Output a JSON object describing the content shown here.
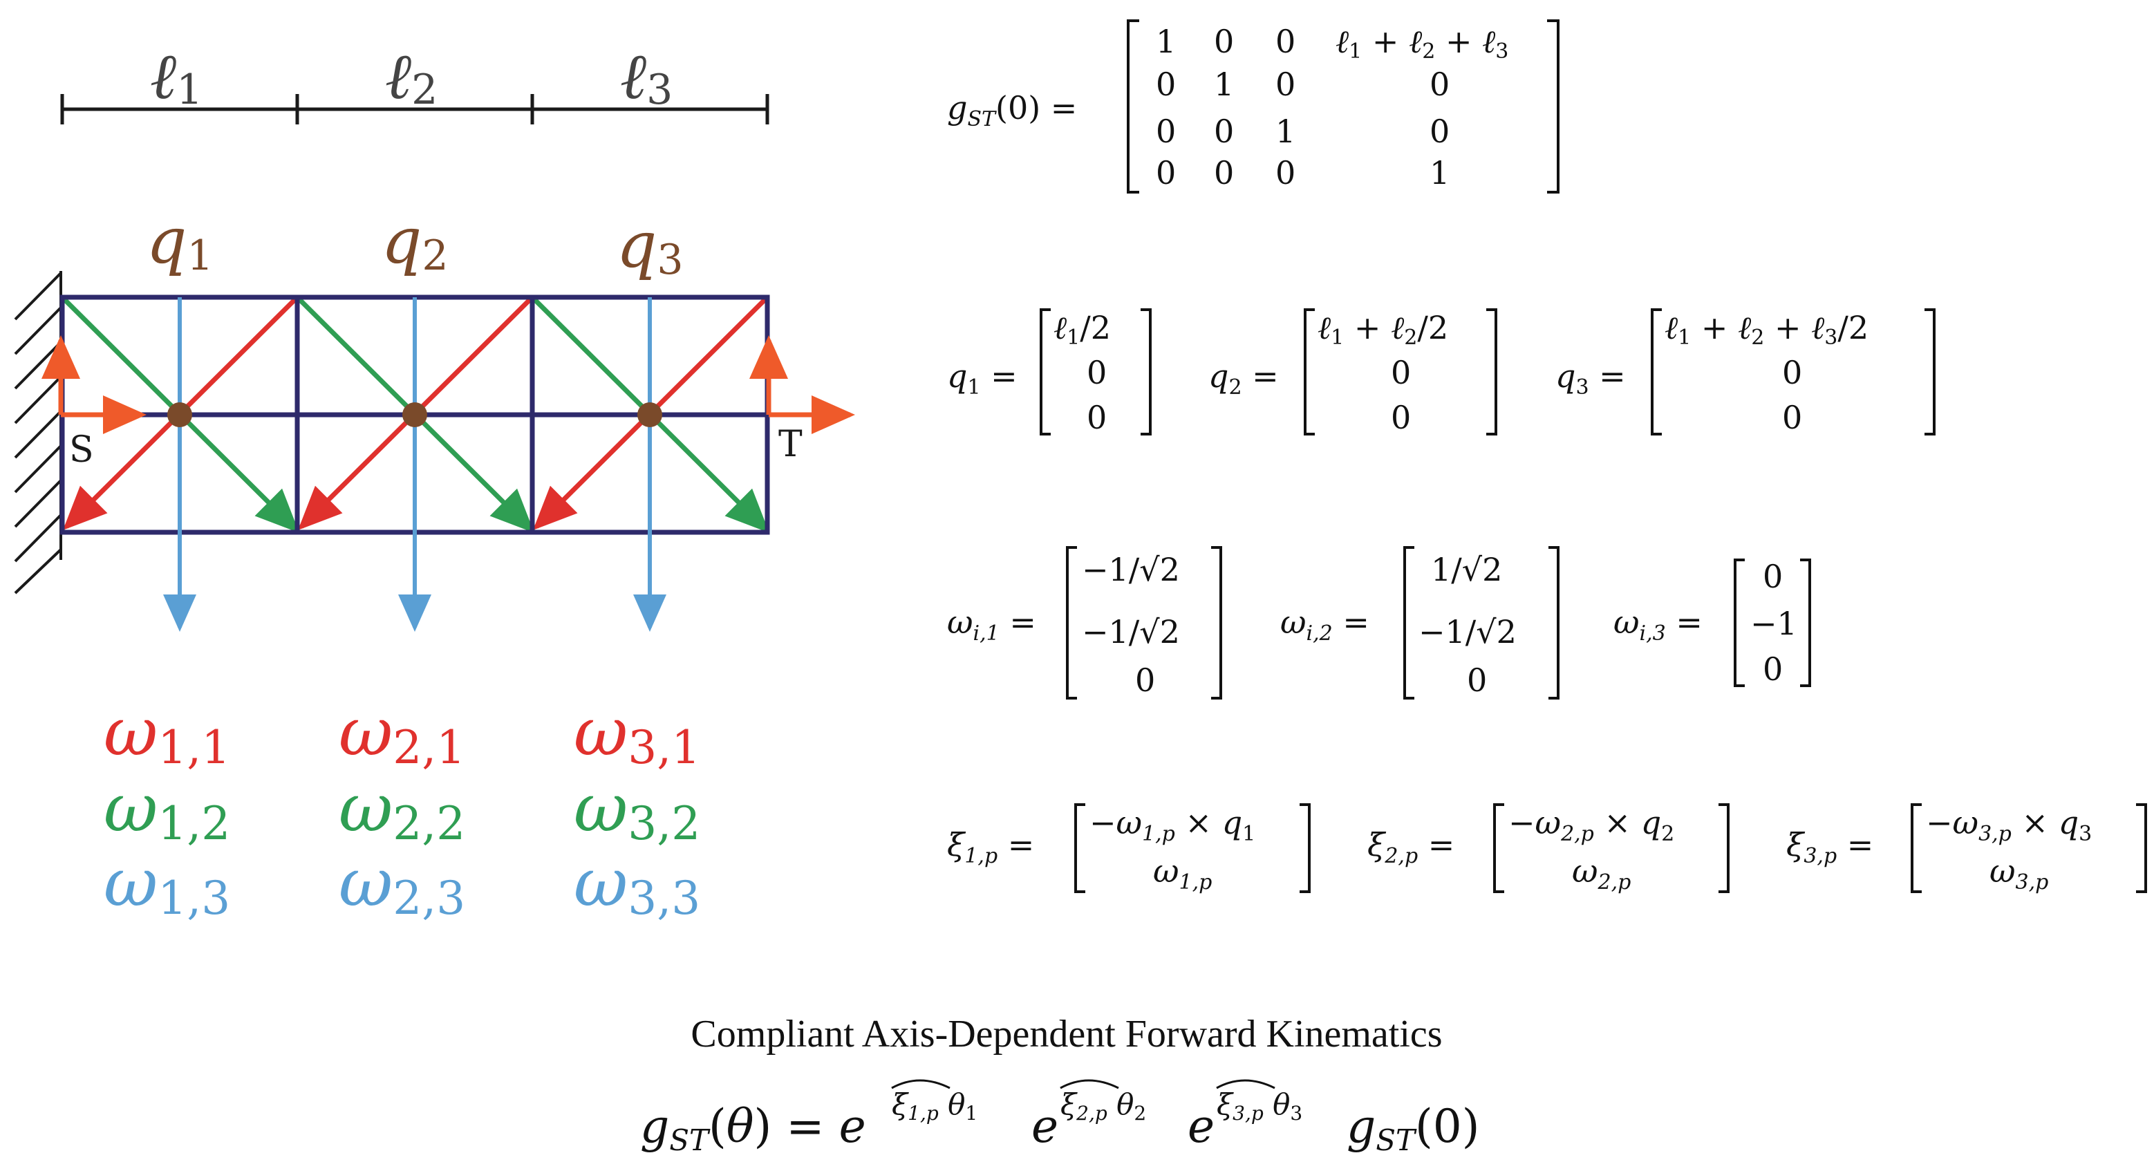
{
  "colors": {
    "frame": "#2e2a6b",
    "red": "#e0312d",
    "green": "#2f9e53",
    "blue": "#5a9fd4",
    "node": "#7a4a2a",
    "orange": "#ef5a2a",
    "black": "#1a1a1a"
  },
  "lengths": [
    "ℓ1",
    "ℓ2",
    "ℓ3"
  ],
  "nodes": [
    "q1",
    "q2",
    "q3"
  ],
  "frames": {
    "start": "S",
    "end": "T"
  },
  "omega_labels": [
    [
      "ω1,1",
      "ω2,1",
      "ω3,1"
    ],
    [
      "ω1,2",
      "ω2,2",
      "ω3,2"
    ],
    [
      "ω1,3",
      "ω2,3",
      "ω3,3"
    ]
  ],
  "equations": {
    "gst0": {
      "lhs": "gST(0) =",
      "matrix": [
        [
          "1",
          "0",
          "0",
          "ℓ1 + ℓ2 + ℓ3"
        ],
        [
          "0",
          "1",
          "0",
          "0"
        ],
        [
          "0",
          "0",
          "1",
          "0"
        ],
        [
          "0",
          "0",
          "0",
          "1"
        ]
      ]
    },
    "q": [
      {
        "lhs": "q1 =",
        "vector": [
          "ℓ1/2",
          "0",
          "0"
        ]
      },
      {
        "lhs": "q2 =",
        "vector": [
          "ℓ1 + ℓ2/2",
          "0",
          "0"
        ]
      },
      {
        "lhs": "q3 =",
        "vector": [
          "ℓ1 + ℓ2 + ℓ3/2",
          "0",
          "0"
        ]
      }
    ],
    "omega": [
      {
        "lhs": "ωi,1 =",
        "vector": [
          "−1/√2",
          "−1/√2",
          "0"
        ]
      },
      {
        "lhs": "ωi,2 =",
        "vector": [
          "1/√2",
          "−1/√2",
          "0"
        ]
      },
      {
        "lhs": "ωi,3 =",
        "vector": [
          "0",
          "−1",
          "0"
        ]
      }
    ],
    "xi": [
      {
        "lhs": "ξ1,p =",
        "vector": [
          "−ω1,p  ×  q1",
          "ω1,p"
        ]
      },
      {
        "lhs": "ξ2,p =",
        "vector": [
          "−ω2,p  ×  q2",
          "ω2,p"
        ]
      },
      {
        "lhs": "ξ3,p =",
        "vector": [
          "−ω3,p  ×  q3",
          "ω3,p"
        ]
      }
    ]
  },
  "caption": {
    "title": "Compliant Axis-Dependent Forward Kinematics",
    "formula": "gST(θ) =  eξ1,p θ1 eξ2,p θ2 eξ3,p θ3 gST(0)"
  }
}
